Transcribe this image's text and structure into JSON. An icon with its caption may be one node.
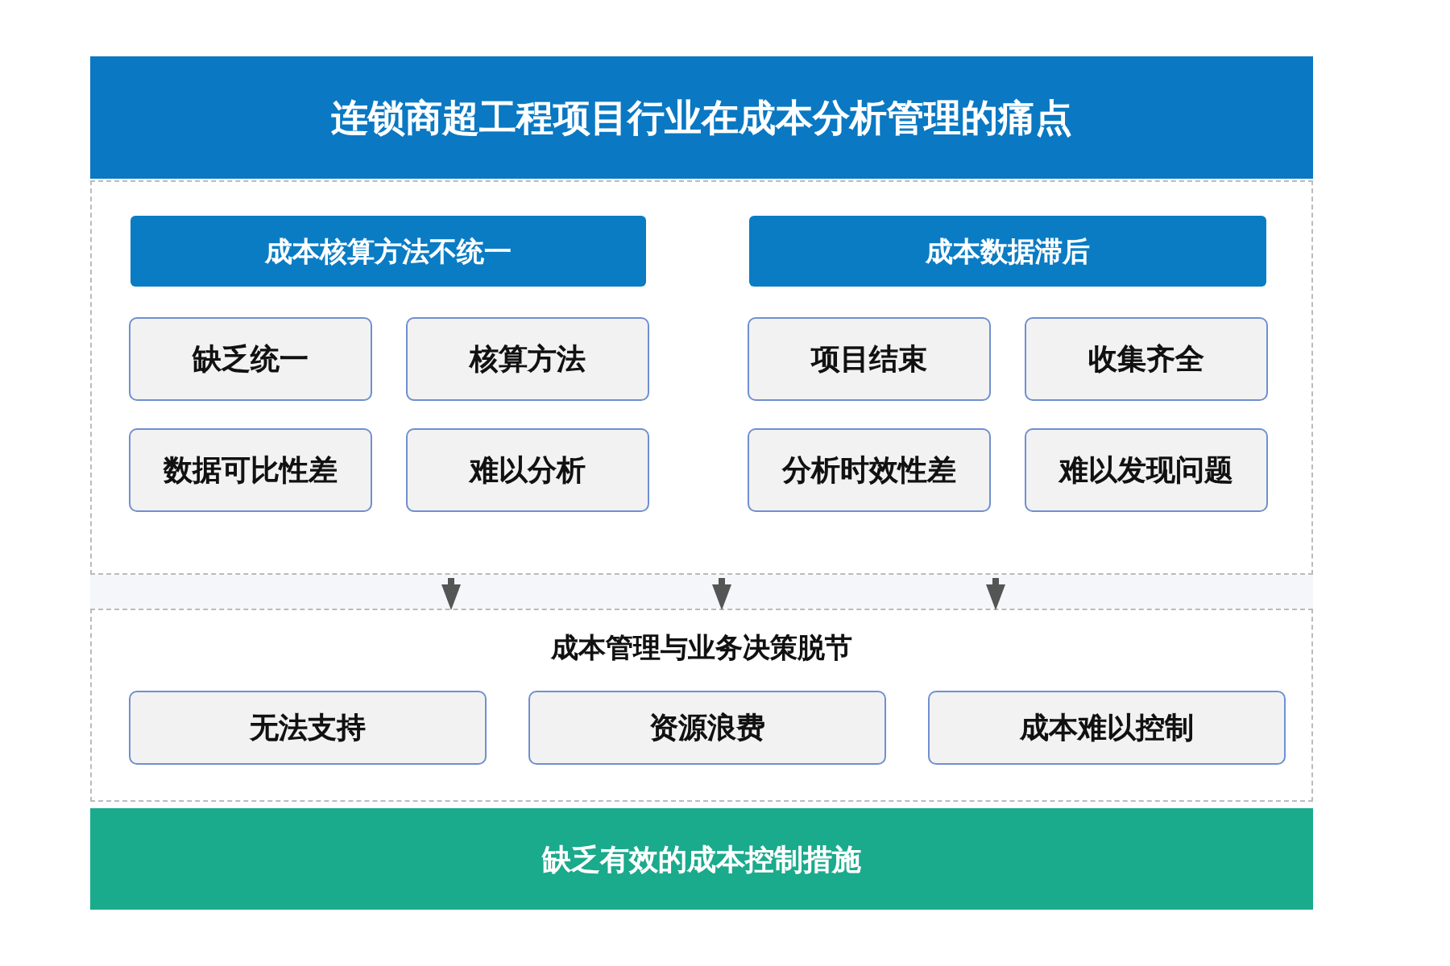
{
  "diagram": {
    "nodes": [
      {
        "text": [
          "连锁商超工程项目行业在成本分析管理的痛点"
        ]
      },
      {
        "text": [],
        "shape": "box"
      },
      {
        "text": [
          "成本核算方法不统一"
        ],
        "in": 1
      },
      {
        "text": [
          "成本数据滞后"
        ],
        "in": 1
      },
      {
        "text": [
          "缺乏统一"
        ],
        "in": 1
      },
      {
        "text": [
          "核算方法"
        ],
        "in": 1
      },
      {
        "text": [
          "数据可比性差"
        ],
        "in": 1
      },
      {
        "text": [
          "难以分析"
        ],
        "in": 1
      },
      {
        "text": [
          "项目结束"
        ],
        "in": 1
      },
      {
        "text": [
          "收集齐全"
        ],
        "in": 1
      },
      {
        "text": [
          "分析时效性差"
        ],
        "in": 1
      },
      {
        "text": [
          "难以发现问题"
        ],
        "in": 1
      },
      {
        "text": [
          "成本管理与业务决策脱节"
        ]
      },
      {
        "text": [
          "无法支持"
        ],
        "in": 12
      },
      {
        "text": [
          "资源浪费"
        ],
        "in": 12
      },
      {
        "text": [
          "成本难以控制"
        ],
        "in": 12
      },
      {
        "text": [
          "缺乏有效的成本控制措施"
        ]
      }
    ],
    "edges": [
      {
        "from": 1,
        "to": 12,
        "arrow": "to"
      },
      {
        "from": 1,
        "to": 12,
        "arrow": "to"
      },
      {
        "from": 1,
        "to": 12,
        "arrow": "to"
      }
    ]
  }
}
